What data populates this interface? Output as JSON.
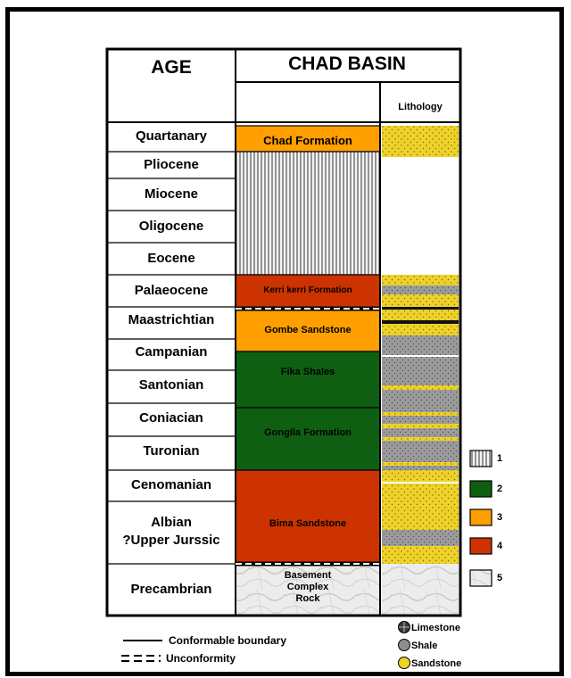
{
  "header": {
    "age_label": "AGE",
    "basin_title": "CHAD BASIN",
    "lithology_label": "Lithology"
  },
  "ages": [
    "Quartanary",
    "Pliocene",
    "Miocene",
    "Oligocene",
    "Eocene",
    "Palaeocene",
    "Maastrichtian",
    "Campanian",
    "Santonian",
    "Coniacian",
    "Turonian",
    "Cenomanian",
    "Albian",
    "?Upper Jurssic",
    "Precambrian"
  ],
  "formations": [
    {
      "name": "Chad Formation",
      "fill": "orange"
    },
    {
      "name": "",
      "fill": "hatch"
    },
    {
      "name": "Kerri kerri Formation",
      "fill": "red"
    },
    {
      "name": "Gombe Sandstone",
      "fill": "orange"
    },
    {
      "name": "Fika Shales",
      "fill": "green"
    },
    {
      "name": "Gongila Formation",
      "fill": "green"
    },
    {
      "name": "Bima Sandstone",
      "fill": "red"
    },
    {
      "name": "Basement Complex Rock",
      "lines": [
        "Basement",
        "Complex",
        "Rock"
      ],
      "fill": "marble"
    }
  ],
  "legend_numbers": [
    "1",
    "2",
    "3",
    "4",
    "5"
  ],
  "boundary_legend": {
    "conformable": "Conformable boundary",
    "unconformity": "Unconformity"
  },
  "lithology_legend": [
    "Limestone",
    "Shale",
    "Sandstone"
  ],
  "colors": {
    "orange": "#ff9f00",
    "green": "#0f5f12",
    "red": "#cc3300",
    "sandstone": "#eed22a",
    "shale": "#9b9b9b",
    "hatch_bg": "#f4f4f4"
  }
}
